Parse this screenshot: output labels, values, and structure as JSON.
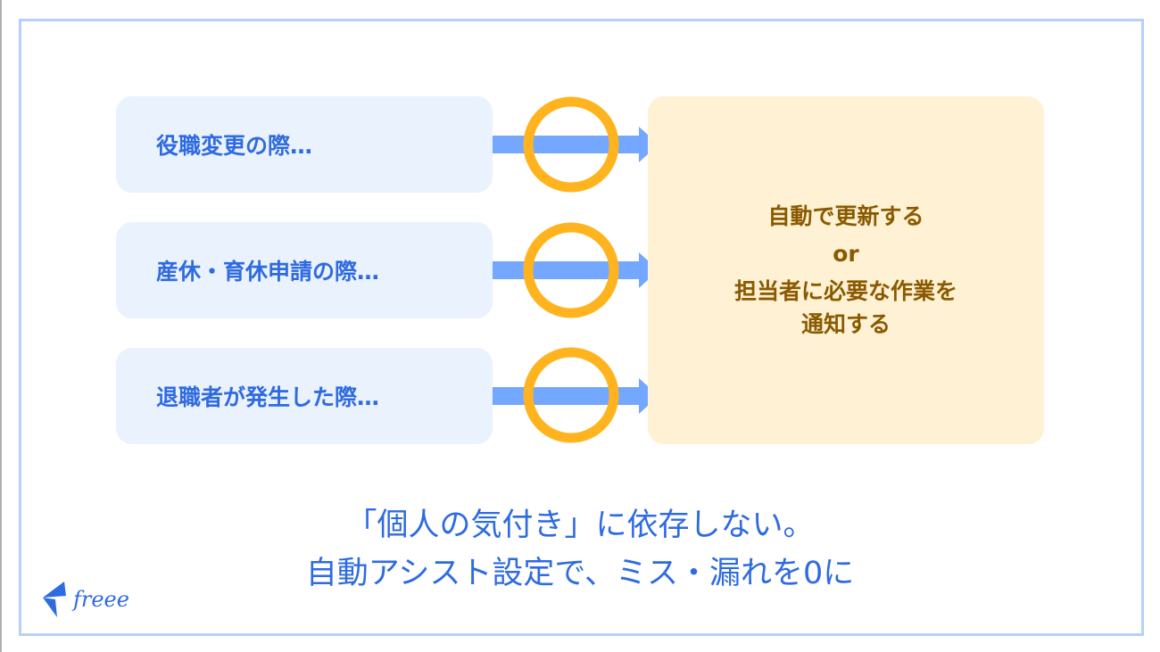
{
  "triggers": [
    "役職変更の際…",
    "産休・育休申請の際…",
    "退職者が発生した際…"
  ],
  "result": {
    "line1": "自動で更新する",
    "or": "or",
    "line2": "担当者に必要な作業を",
    "line3": "通知する"
  },
  "tagline": {
    "line1": "「個人の気付き」に依存しない。",
    "line2": "自動アシスト設定で、ミス・漏れを0に"
  },
  "logo": {
    "text": "freee"
  },
  "colors": {
    "blue": "#2f6be0",
    "arrow": "#74a7ff",
    "circle": "#ffb41f",
    "trigger_bg": "#eaf2fe",
    "result_bg": "#fff1d4",
    "result_text": "#8a5a00"
  }
}
